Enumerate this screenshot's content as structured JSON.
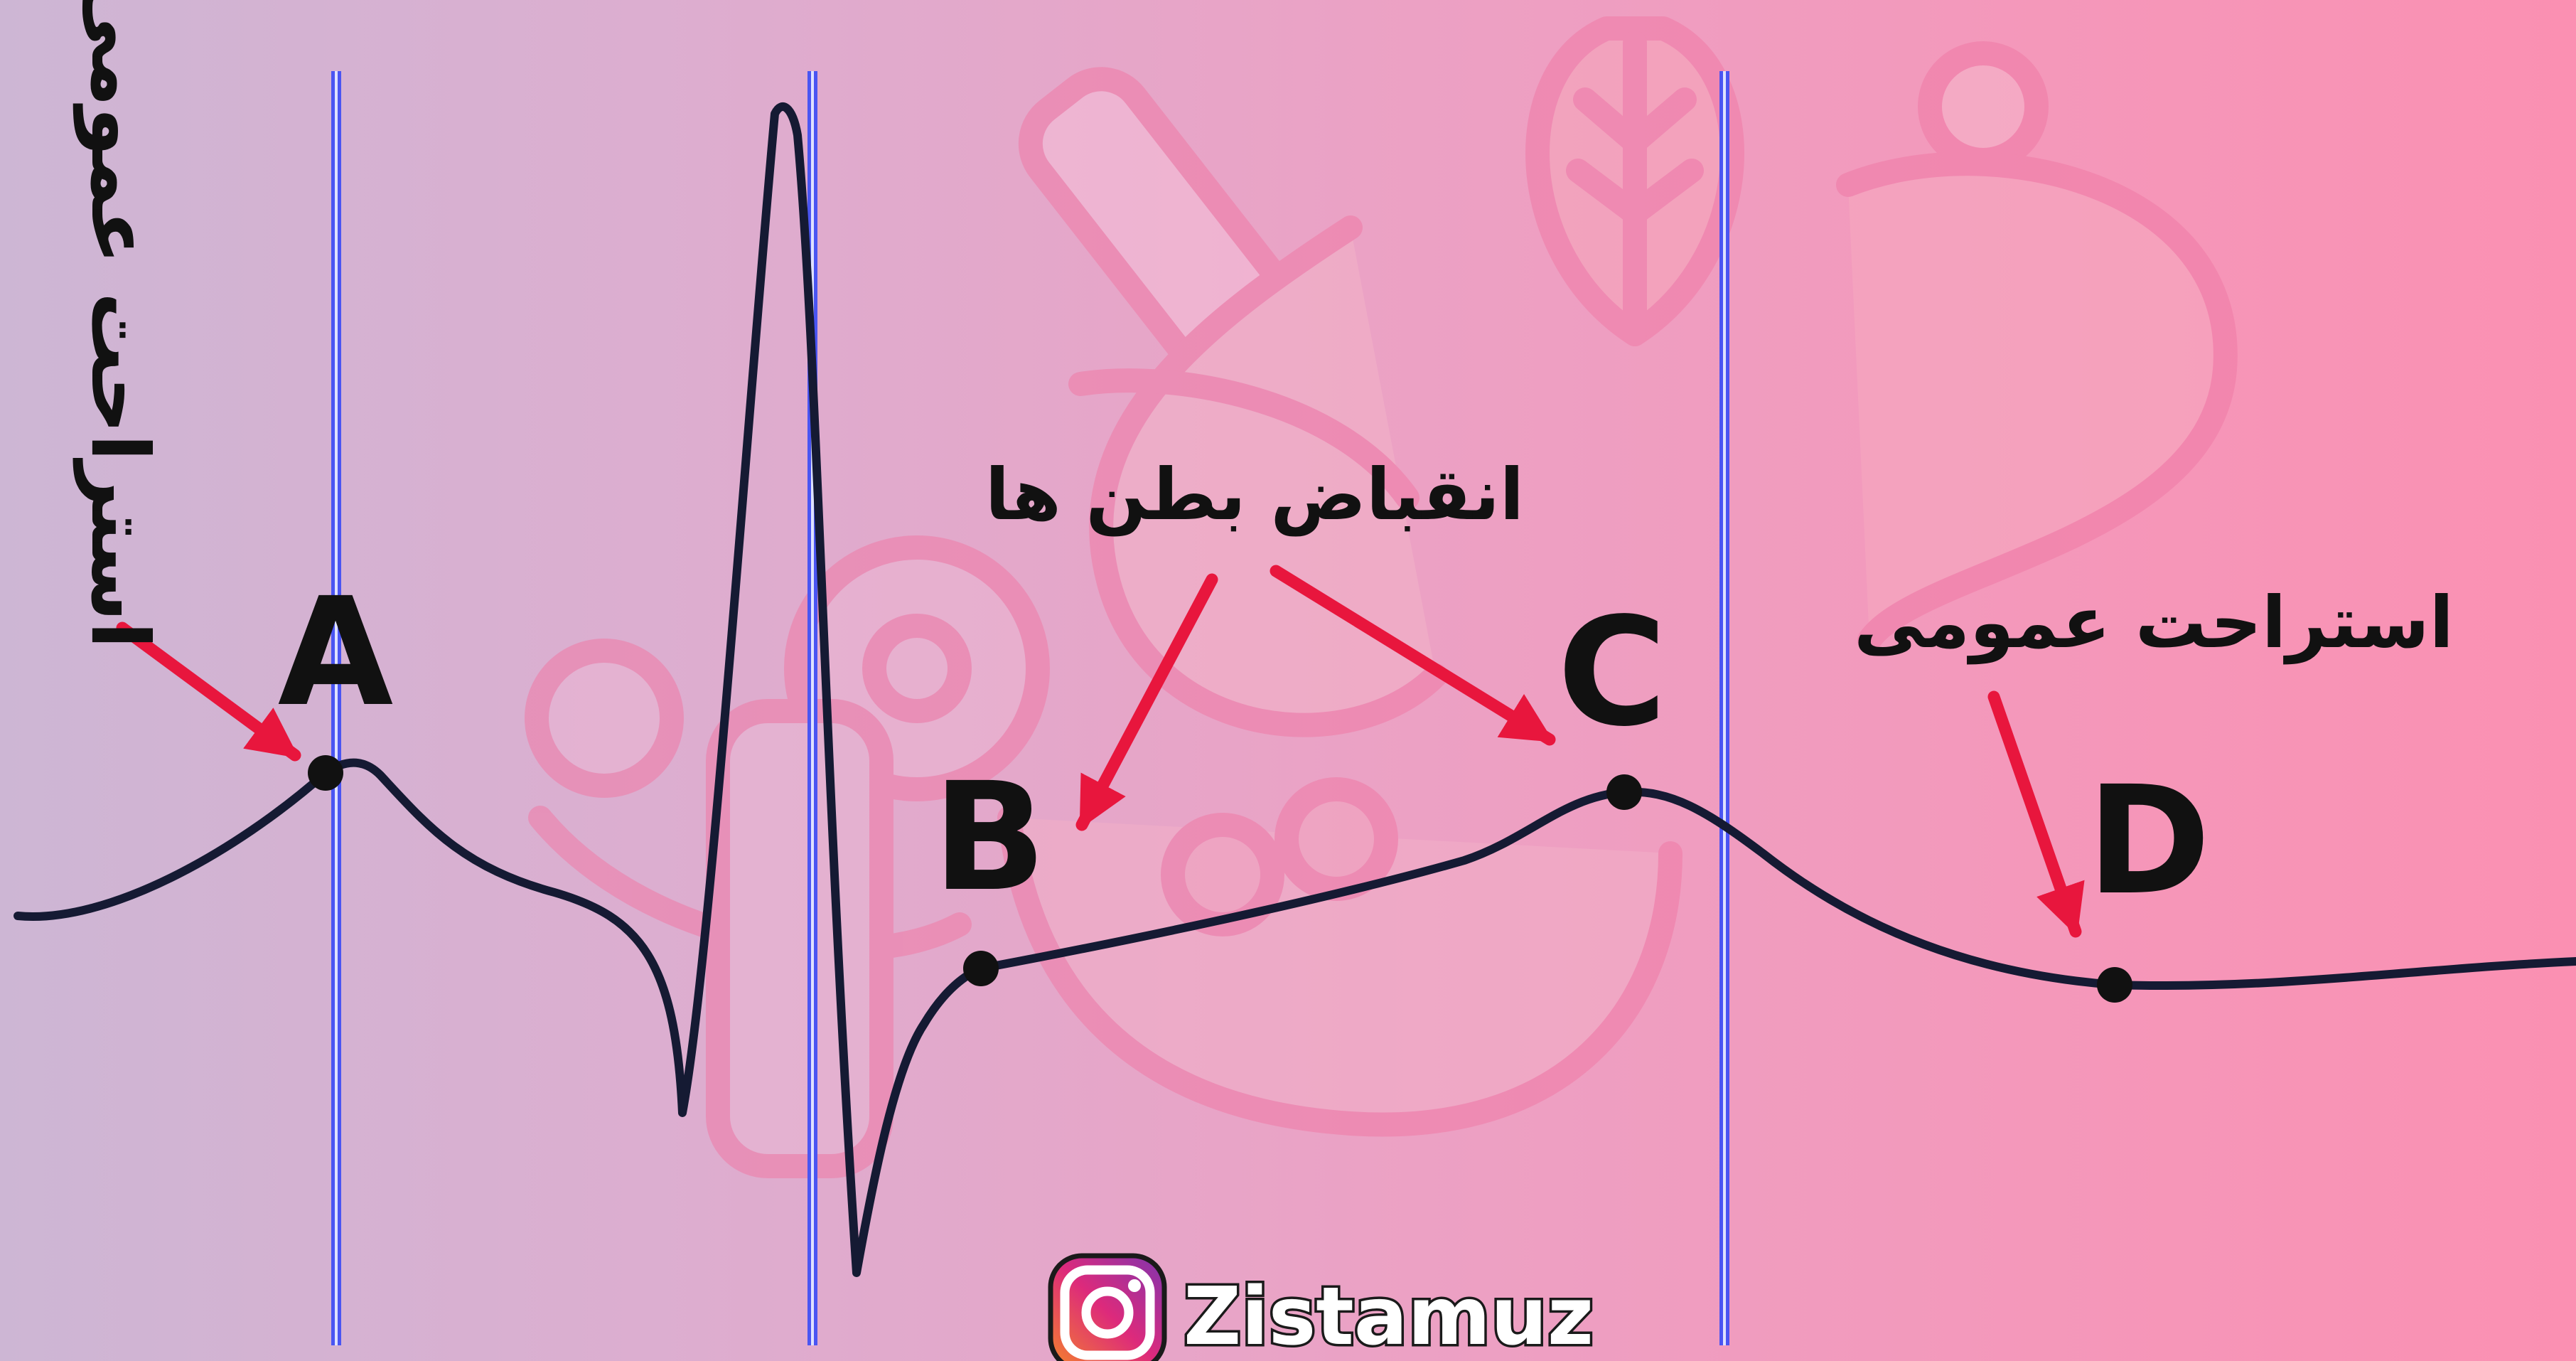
{
  "diagram": {
    "points": [
      {
        "id": "A",
        "label": "A"
      },
      {
        "id": "B",
        "label": "B"
      },
      {
        "id": "C",
        "label": "C"
      },
      {
        "id": "D",
        "label": "D"
      }
    ],
    "annotations": {
      "rest_vertical": "استراحت عمومی",
      "ventricle_contraction": "انقباض بطن ها",
      "rest_right": "استراحت عمومی"
    },
    "brand": {
      "name": "Zistamuz",
      "icon": "instagram-icon"
    }
  },
  "colors": {
    "trace": "#151a33",
    "arrow": "#e8163d",
    "marker": "#4a55f2",
    "point": "#111111"
  }
}
